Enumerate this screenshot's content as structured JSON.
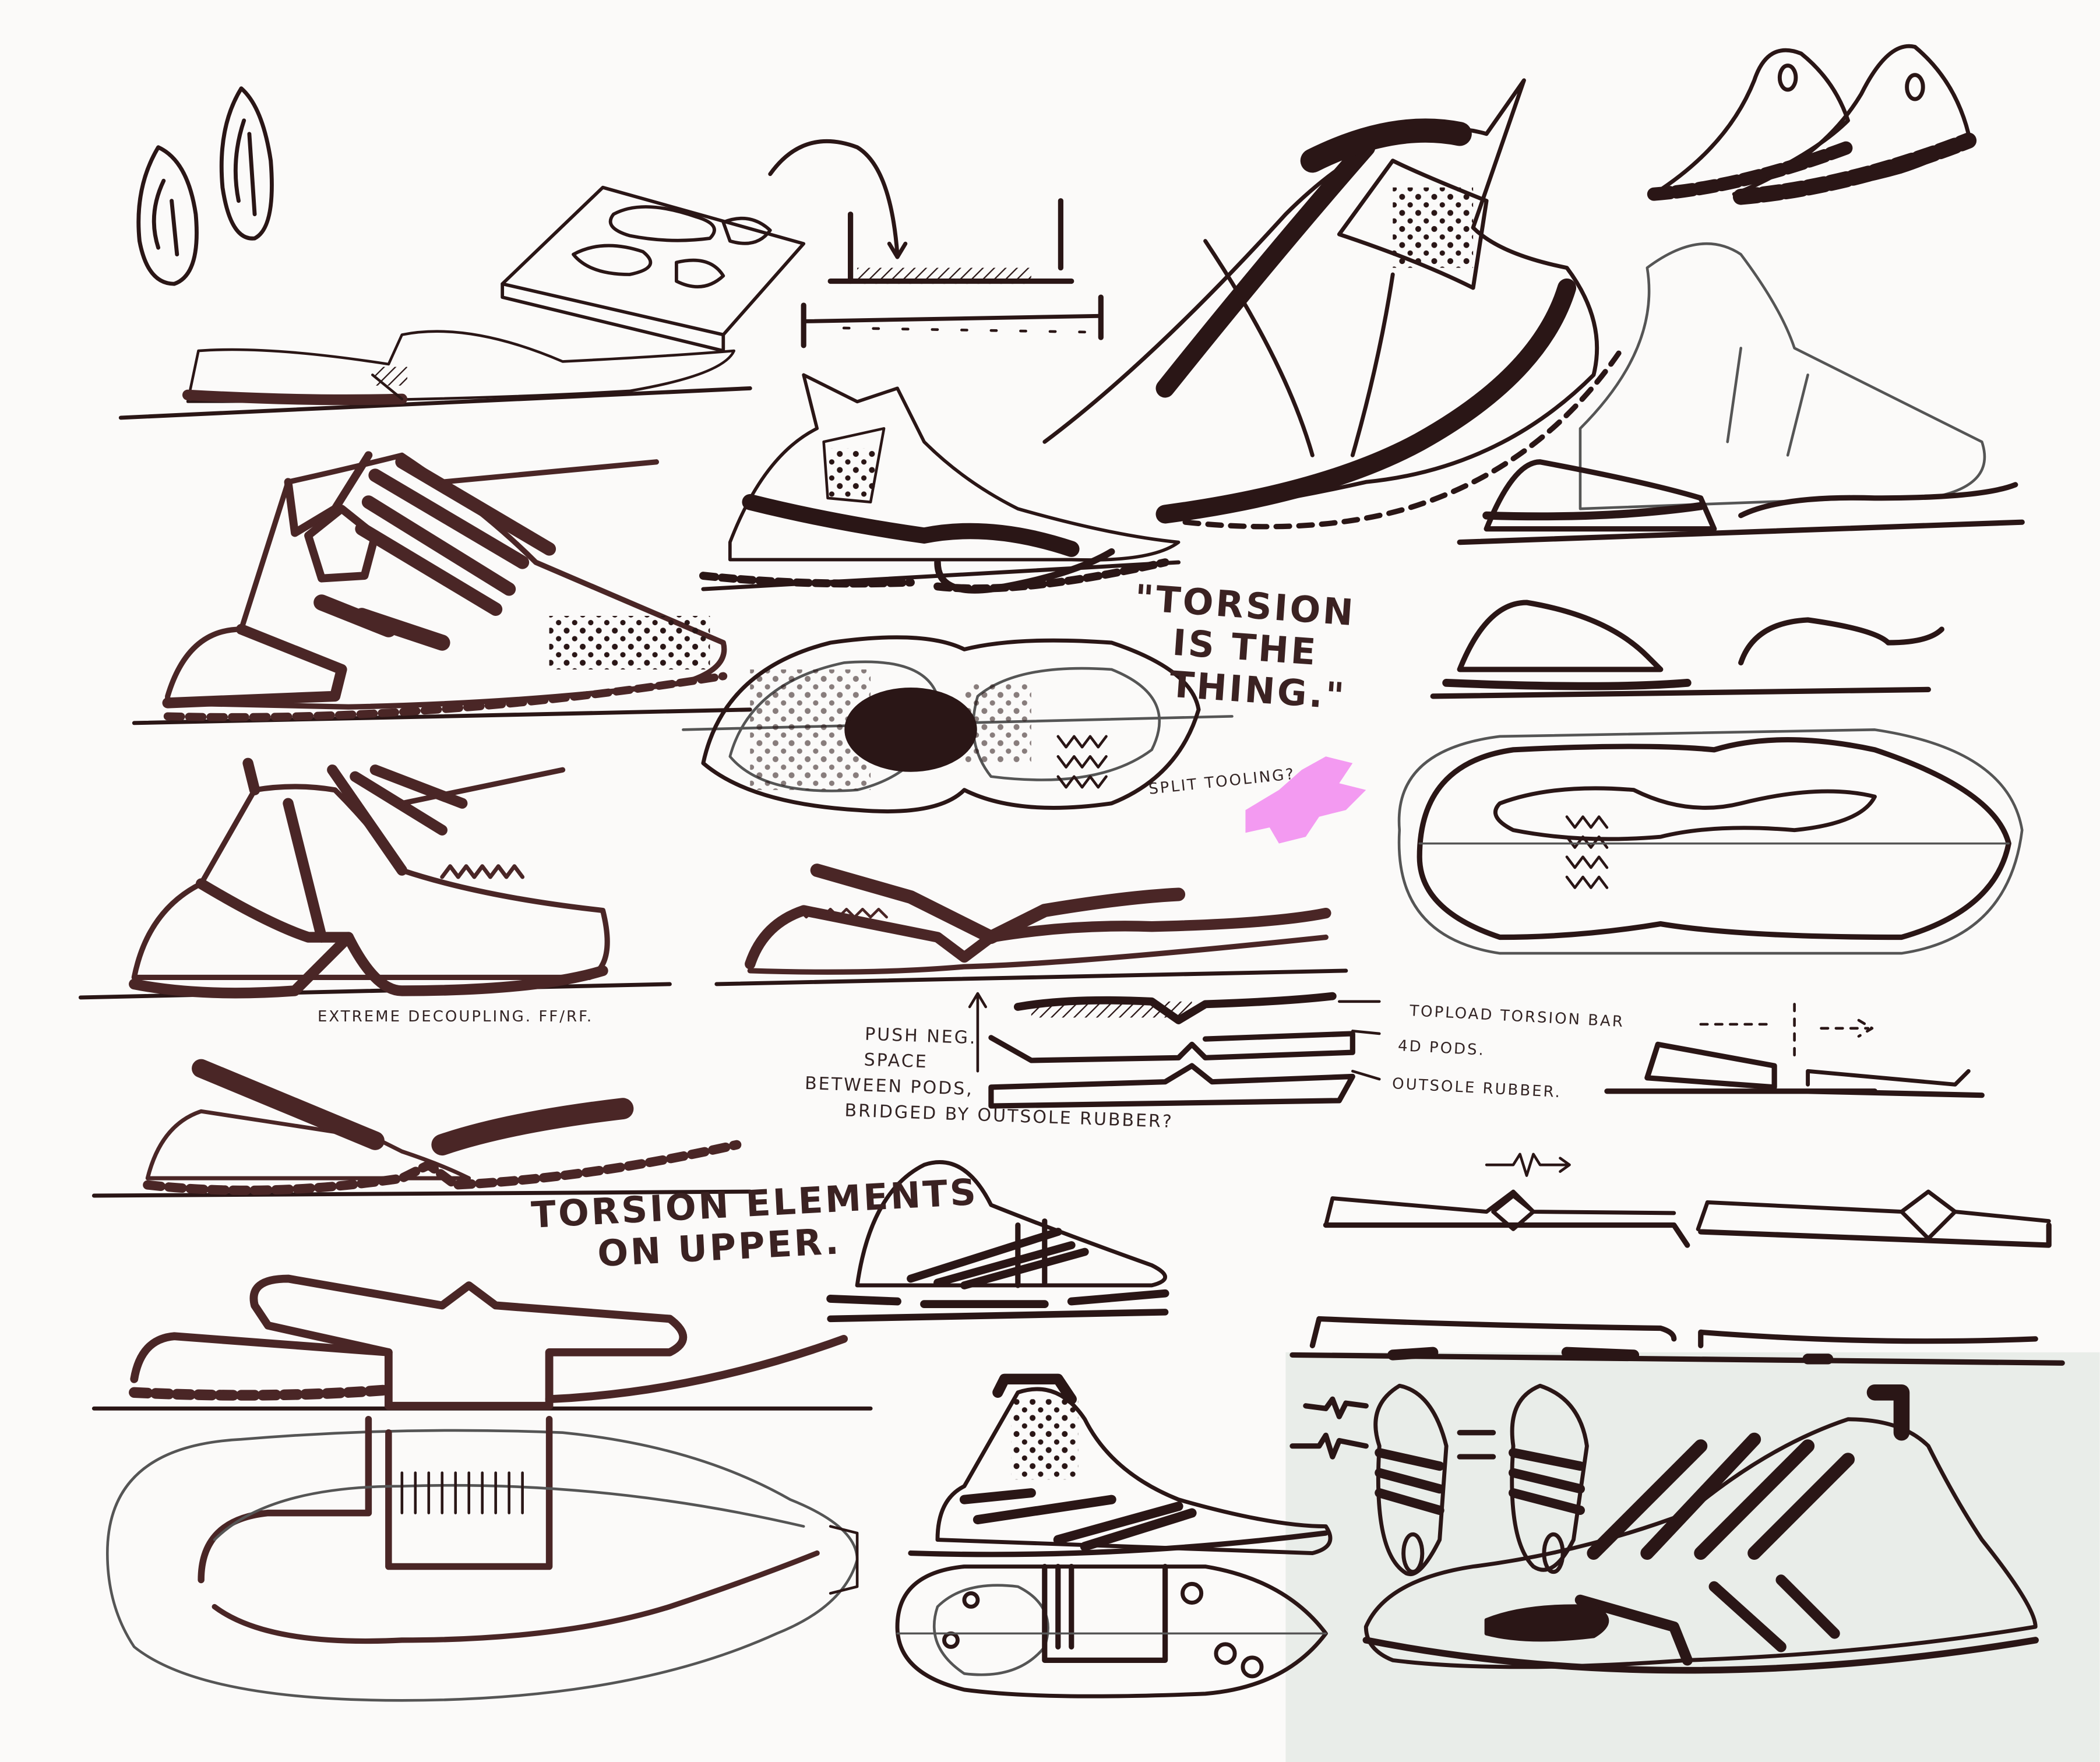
{
  "sheet": {
    "colors": {
      "ink": "#2a1616",
      "marker": "#4a2626",
      "pen": "#555555",
      "paper": "#fbfaf9",
      "highlight": "#f28ff0",
      "overlay_sheet": "#e6ebe7"
    }
  },
  "annotations": {
    "torsion_quote": [
      "\"TORSION",
      "IS THE",
      "THING.\""
    ],
    "split_tooling": "SPLIT TOOLING?",
    "extreme_decoupling": "EXTREME DECOUPLING. FF/RF.",
    "push_neg_space": [
      "PUSH NEG.",
      "SPACE",
      "BETWEEN PODS,",
      "BRIDGED BY OUTSOLE RUBBER?"
    ],
    "topload_torsion_bar": "TOPLOAD TORSION BAR",
    "pods_4d": "4D PODS.",
    "outsole_rubber": "OUTSOLE RUBBER.",
    "torsion_elements": [
      "TORSION ELEMENTS",
      "ON UPPER."
    ]
  }
}
